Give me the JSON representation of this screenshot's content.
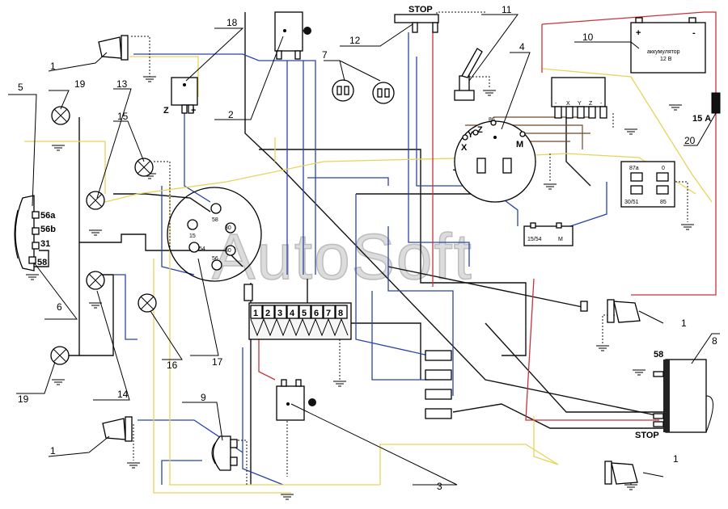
{
  "components": {
    "headlight": {
      "n1": "56a",
      "n2": "56b",
      "n3": "31",
      "n4": "58"
    },
    "battery": {
      "plus": "+",
      "minus": "-",
      "label": "аккумулятор",
      "voltage": "12 В"
    },
    "fuse": {
      "label": "15 А"
    },
    "stop_switch": {
      "label": "STOP"
    },
    "tail_light": {
      "pin58": "58",
      "stop_label": "STOP"
    },
    "coil_18": {
      "z": "Z",
      "plus": "+"
    },
    "regulator_pins": [
      "-",
      "X",
      "Y",
      "Z",
      "-"
    ],
    "generator_pins": {
      "y": "Y",
      "z": "Z",
      "p86": "86",
      "m": "M",
      "x": "X"
    },
    "relay_pins": {
      "p87a": "87a",
      "p0": "0",
      "p3051": "30/51",
      "p85": "85"
    },
    "flasher_pins": {
      "p1554": "15/54",
      "m": "M"
    },
    "ignition_pins": {
      "p58": "58",
      "p15": "15",
      "p54": "54",
      "p56": "56",
      "p30a": "30",
      "p30b": "30"
    },
    "fuse_box": [
      "1",
      "2",
      "3",
      "4",
      "5",
      "6",
      "7",
      "8"
    ]
  },
  "callouts": {
    "c1a": "1",
    "c1b": "1",
    "c1c": "1",
    "c1d": "1",
    "c2": "2",
    "c3": "3",
    "c4": "4",
    "c5": "5",
    "c6": "6",
    "c7": "7",
    "c8": "8",
    "c9": "9",
    "c10": "10",
    "c11": "11",
    "c12": "12",
    "c13": "13",
    "c14": "14",
    "c15": "15",
    "c16": "16",
    "c17": "17",
    "c18": "18",
    "c19a": "19",
    "c19b": "19",
    "c20": "20"
  },
  "watermark": "AutoSoft"
}
